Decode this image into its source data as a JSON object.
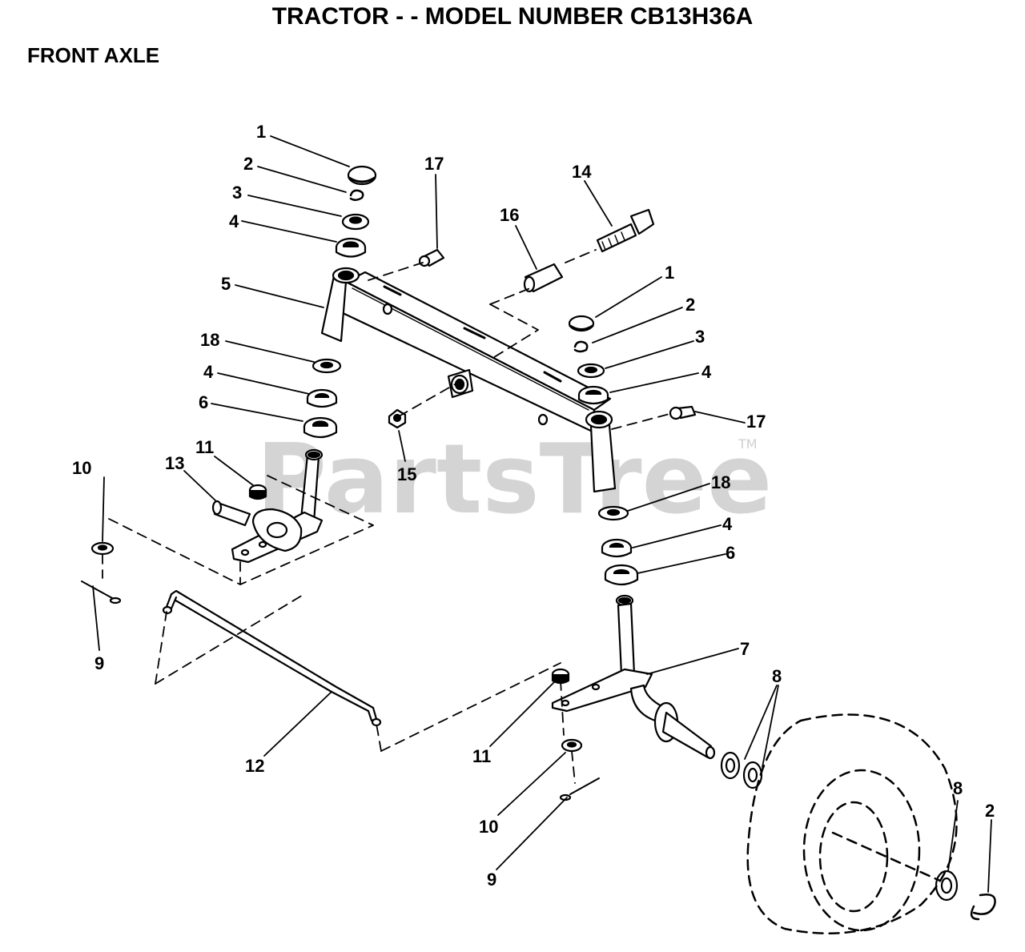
{
  "header": {
    "title": "TRACTOR - - MODEL NUMBER CB13H36A",
    "subtitle": "FRONT AXLE"
  },
  "watermark": {
    "text": "PartsTree",
    "tm": "TM"
  },
  "callouts": [
    "1",
    "2",
    "3",
    "4",
    "5",
    "18",
    "4",
    "6",
    "11",
    "13",
    "10",
    "9",
    "17",
    "14",
    "16",
    "1",
    "2",
    "3",
    "4",
    "17",
    "15",
    "18",
    "4",
    "6",
    "7",
    "8",
    "12",
    "11",
    "10",
    "9",
    "8",
    "2"
  ],
  "colors": {
    "ink": "#000000",
    "watermark": "#d4d4d4"
  }
}
